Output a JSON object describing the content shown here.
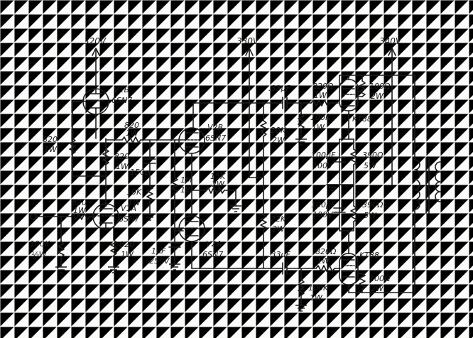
{
  "rails": {
    "v320": "320V",
    "v330": "330V",
    "v340": "340V"
  },
  "tubes": {
    "v1b_name": "V1B",
    "v1b_type": "6SN7",
    "v1a_name": "V1A",
    "v1a_type": "6SN7",
    "v2b_name": "V2B",
    "v2b_type": "6SN7",
    "v2a_name": "V2A",
    "v2a_type": "6SN7",
    "kt88_top": "KT88",
    "kt88_bottom": "KT88"
  },
  "components": {
    "r820_plate_v1b_a": "820",
    "r820_plate_v1b_b": "1W",
    "r820_grid_v2b_a": "820",
    "r820_grid_v2b_b": "1W",
    "r820_mid_a": "820",
    "r820_mid_b": "1W",
    "r820_input_grid_a": "820",
    "r820_input_grid_b": "1W",
    "r820_cathode_a": "820",
    "r820_cathode_b": "1W",
    "cap_150p": "150p",
    "r10k_a": "10K",
    "r10k_b": "1W",
    "r1m_a": "1M",
    "r1m_b": "1W",
    "cap_1uf_a": "1μF",
    "cap_1uf_b": "250V",
    "r15k_a": "15K",
    "r15k_b": "2W",
    "r100k_input_a": "100K",
    "r100k_input_b": "½W",
    "r20k_a": "20K",
    "r20k_b": "2W",
    "r22k_a": "22K",
    "r22k_b": "2W",
    "cap_33_top": ".33μF",
    "cap_33_bottom": ".33μF",
    "r820_kt_top_a": "820Ω",
    "r820_kt_top_b": "1W",
    "r820_kt_bot_a": "820Ω",
    "r820_kt_bot_b": "1W",
    "r100k_top_a": "100K",
    "r100k_top_b": "1W",
    "r100k_bot_a": "100K",
    "r100k_bot_b": "1W",
    "r100_top_a": "100Ω",
    "r100_top_b": "2W",
    "r100_bot_a": "100Ω",
    "r100_bot_b": "2W",
    "cap_100uf_top_a": "100μF",
    "cap_100uf_top_b": "100V",
    "cap_100uf_bot_a": "100μF",
    "cap_100uf_bot_b": "100V",
    "r390_top_a": "390Ω",
    "r390_top_b": "5W",
    "r390_bot_a": "390Ω",
    "r390_bot_b": "5W"
  }
}
